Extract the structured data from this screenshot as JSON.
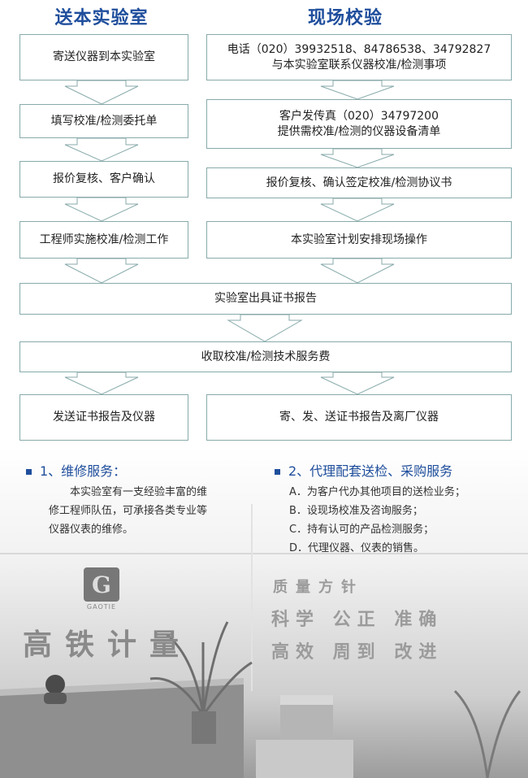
{
  "header": {
    "left_title": "送本实验室",
    "right_title": "现场校验"
  },
  "left_steps": [
    "寄送仪器到本实验室",
    "填写校准/检测委托单",
    "报价复核、客户确认",
    "工程师实施校准/检测工作"
  ],
  "right_steps": [
    {
      "line1": "电话（020）39932518、84786538、34792827",
      "line2": "与本实验室联系仪器校准/检测事项"
    },
    {
      "line1": "客户发传真（020）34797200",
      "line2": "提供需校准/检测的仪器设备清单"
    },
    {
      "line1": "报价复核、确认签定校准/检测协议书",
      "line2": ""
    },
    {
      "line1": "本实验室计划安排现场操作",
      "line2": ""
    }
  ],
  "shared_steps": [
    "实验室出具证书报告",
    "收取校准/检测技术服务费"
  ],
  "final_steps": {
    "left": "发送证书报告及仪器",
    "right": "寄、发、送证书报告及离厂仪器"
  },
  "section1": {
    "title": "1、维修服务：",
    "lines": [
      "本实验室有一支经验丰富的维",
      "修工程师队伍，可承接各类专业等",
      "仪器仪表的维修。"
    ]
  },
  "section2": {
    "title": "2、代理配套送检、采购服务",
    "items": [
      "A．为客户代办其他项目的送检业务；",
      "B．设现场校准及咨询服务；",
      "C．持有认可的产品检测服务；",
      "D．代理仪器、仪表的销售。"
    ]
  },
  "photo": {
    "logo_text": "GAOTIE",
    "company_sign": "高铁计量",
    "motto_title": "质量方针",
    "motto_line1": "科学 公正 准确",
    "motto_line2": "高效 周到 改进"
  },
  "colors": {
    "accent": "#1f4e9c",
    "box_border": "#88aaaa"
  }
}
